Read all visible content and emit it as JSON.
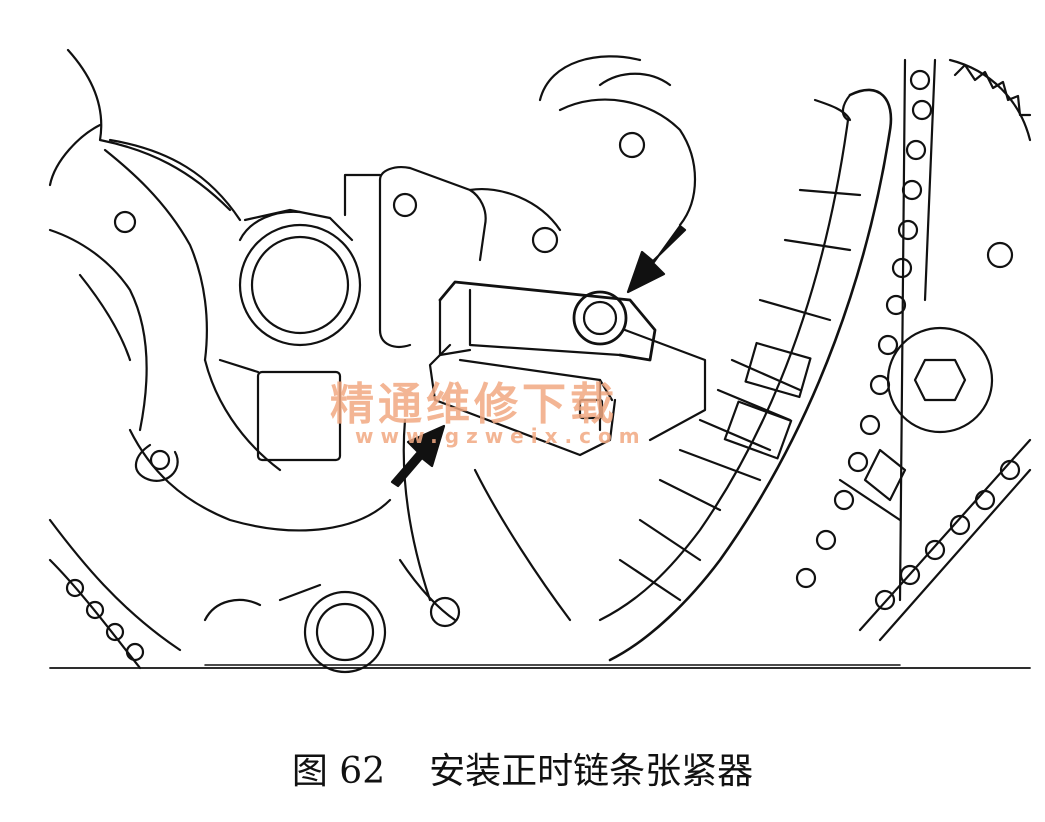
{
  "figure": {
    "number_label": "图 62",
    "title": "安装正时链条张紧器"
  },
  "watermark": {
    "text": "精通维修下载",
    "url": "www.gzweix.com"
  },
  "colors": {
    "line": "#111111",
    "background": "#ffffff",
    "watermark": "#f2a982"
  }
}
